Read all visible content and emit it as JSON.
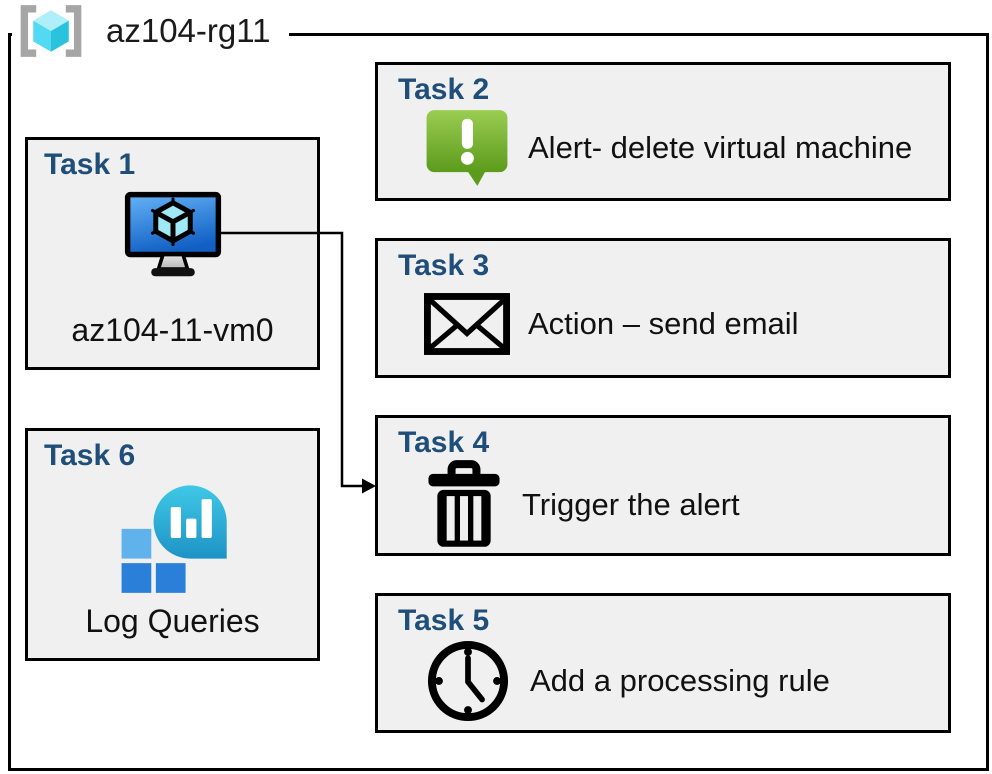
{
  "resource_group": {
    "name": "az104-rg11"
  },
  "tasks": [
    {
      "title": "Task 1",
      "label": "az104-11-vm0",
      "icon": "virtual-machine-icon"
    },
    {
      "title": "Task 2",
      "label": "Alert- delete virtual machine",
      "icon": "alert-message-icon"
    },
    {
      "title": "Task 3",
      "label": "Action – send email",
      "icon": "email-envelope-icon"
    },
    {
      "title": "Task 4",
      "label": "Trigger the alert",
      "icon": "delete-trash-icon"
    },
    {
      "title": "Task 5",
      "label": "Add a processing rule",
      "icon": "clock-schedule-icon"
    },
    {
      "title": "Task 6",
      "label": "Log Queries",
      "icon": "log-analytics-icon"
    }
  ],
  "connector": {
    "from": "Task 1 virtual machine",
    "to": "Task 4",
    "style": "elbow-arrow"
  },
  "colors": {
    "task_title": "#1f4e79",
    "box_fill": "#f0f0f0",
    "box_border": "#000000",
    "body_text": "#111111",
    "alert_green_top": "#9acd52",
    "alert_green_bottom": "#5c9b1c",
    "vm_screen_top": "#66b3f7",
    "vm_screen_bottom": "#1160c4",
    "log_bubble_top": "#3fc8e6",
    "log_bubble_bottom": "#1e93c6",
    "log_square_light": "#5fb2ec",
    "log_square_dark": "#2a7fd9",
    "rg_cube_top": "#aeeffa",
    "rg_cube_left": "#53d9f1",
    "rg_cube_right": "#29c3dd",
    "rg_bracket": "#a6a6a6"
  }
}
